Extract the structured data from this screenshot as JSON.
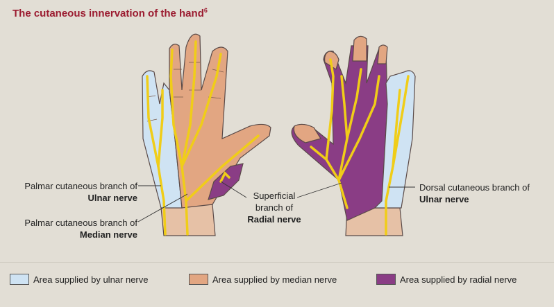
{
  "title": {
    "text": "The cutaneous innervation of the hand",
    "sup": "6"
  },
  "colors": {
    "ulnar": "#cfe3f3",
    "median": "#e2a682",
    "radial": "#8a3d85",
    "nerve": "#f0cd18",
    "outline": "#5a4a48",
    "title": "#9b1b30"
  },
  "labels": {
    "palmar_ulnar": {
      "line1": "Palmar cutaneous branch of",
      "bold": "Ulnar nerve"
    },
    "palmar_median": {
      "line1": "Palmar cutaneous branch of",
      "bold": "Median nerve"
    },
    "superficial_radial": {
      "line1": "Superficial",
      "line2": "branch of",
      "bold": "Radial nerve"
    },
    "dorsal_ulnar": {
      "line1": "Dorsal cutaneous branch of",
      "bold": "Ulnar nerve"
    }
  },
  "legend": [
    {
      "label": "Area supplied by ulnar nerve",
      "color": "#cfe3f3"
    },
    {
      "label": "Area supplied by median nerve",
      "color": "#e2a682"
    },
    {
      "label": "Area supplied by radial nerve",
      "color": "#8a3d85"
    }
  ]
}
